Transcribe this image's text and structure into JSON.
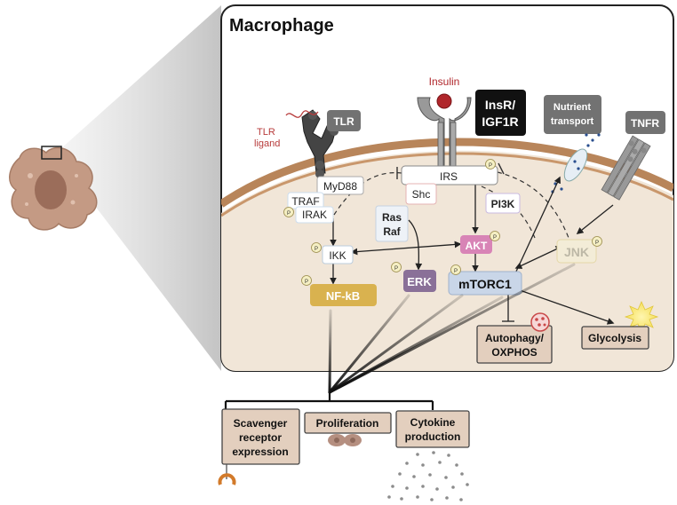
{
  "title": "Macrophage",
  "receptors": {
    "tlr": "TLR",
    "tlr_ligand_line1": "TLR",
    "tlr_ligand_line2": "ligand",
    "insulin": "Insulin",
    "insr_line1": "InsR/",
    "insr_line2": "IGF1R",
    "nutrient_line1": "Nutrient",
    "nutrient_line2": "transport",
    "tnfr": "TNFR"
  },
  "nodes": {
    "myd88": "MyD88",
    "traf": "TRAF",
    "irak": "IRAK",
    "irs": "IRS",
    "shc": "Shc",
    "ras": "Ras",
    "raf": "Raf",
    "pi3k": "PI3K",
    "ikk": "IKK",
    "akt": "AKT",
    "jnk": "JNK",
    "nfkb": "NF-kB",
    "erk": "ERK",
    "mtorc1": "mTORC1",
    "p": "P"
  },
  "outcomes": {
    "autophagy_line1": "Autophagy/",
    "autophagy_line2": "OXPHOS",
    "glycolysis": "Glycolysis",
    "scavenger_line1": "Scavenger",
    "scavenger_line2": "receptor",
    "scavenger_line3": "expression",
    "proliferation": "Proliferation",
    "cytokine_line1": "Cytokine",
    "cytokine_line2": "production"
  },
  "colors": {
    "nfkb": "#d9b24f",
    "erk": "#8a7098",
    "akt": "#d884b6",
    "mtorc1": "#c9d6e8",
    "cytoplasm": "#f1e6d8",
    "membrane": "#b8855a",
    "outcome_box": "#e3cfbe",
    "receptor_dark": "#2b2b2b",
    "label_gray": "#727272",
    "insulin": "#b0262b"
  }
}
